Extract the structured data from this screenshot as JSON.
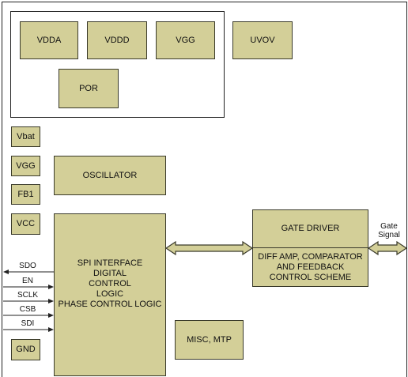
{
  "blocks": {
    "vdda": "VDDA",
    "vddd": "VDDD",
    "vgg_top": "VGG",
    "uvov": "UVOV",
    "por": "POR",
    "vbat": "Vbat",
    "vgg_pin": "VGG",
    "fb1": "FB1",
    "vcc": "VCC",
    "gnd": "GND",
    "oscillator": "OSCILLATOR",
    "spi_lines": [
      "SPI INTERFACE",
      "DIGITAL",
      "CONTROL",
      "LOGIC",
      "PHASE CONTROL LOGIC"
    ],
    "misc": "MISC, MTP",
    "gate_driver": "GATE DRIVER",
    "diff_lines": [
      "DIFF AMP, COMPARATOR",
      "AND FEEDBACK",
      "CONTROL SCHEME"
    ]
  },
  "pins": {
    "sdo": "SDO",
    "en": "EN",
    "sclk": "SCLK",
    "csb": "CSB",
    "sdi": "SDI"
  },
  "gate_signal": [
    "Gate",
    "Signal"
  ],
  "colors": {
    "block_fill": "#d3cf98",
    "block_border": "#3a3a2a",
    "line": "#222222"
  }
}
